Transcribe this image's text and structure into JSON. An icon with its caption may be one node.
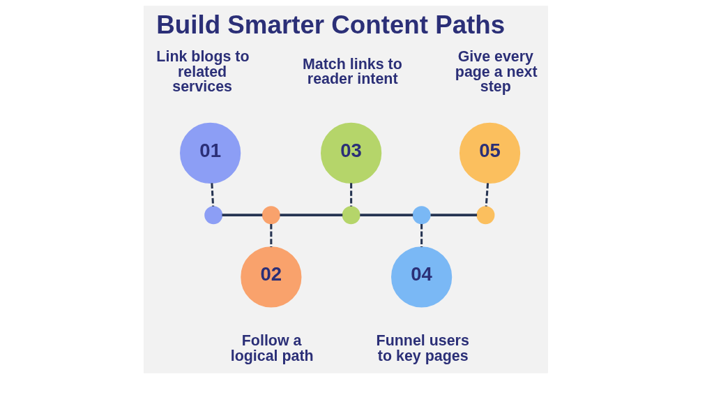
{
  "diagram": {
    "title": "Build Smarter Content Paths",
    "nodes": [
      {
        "text": [
          "01"
        ],
        "beside": [
          "Link blogs to related services"
        ]
      },
      {
        "text": [],
        "shape": "circle"
      },
      {
        "text": [
          "02"
        ],
        "beside": [
          "Follow a logical path"
        ]
      },
      {
        "text": [],
        "shape": "circle"
      },
      {
        "text": [
          "03"
        ],
        "beside": [
          "Match links to reader intent"
        ]
      },
      {
        "text": [],
        "shape": "circle"
      },
      {
        "text": [
          "04"
        ],
        "beside": [
          "Funnel users to key pages"
        ]
      },
      {
        "text": [],
        "shape": "circle"
      },
      {
        "text": [
          "05"
        ],
        "beside": [
          "Give every page a next step"
        ]
      },
      {
        "text": [],
        "shape": "circle"
      }
    ],
    "edges": [
      {
        "from": 0,
        "to": 1,
        "arrow": "none",
        "style": "dashed"
      },
      {
        "from": 3,
        "to": 2,
        "arrow": "none",
        "style": "dashed"
      },
      {
        "from": 4,
        "to": 5,
        "arrow": "none",
        "style": "dashed"
      },
      {
        "from": 7,
        "to": 6,
        "arrow": "none",
        "style": "dashed"
      },
      {
        "from": 8,
        "to": 9,
        "arrow": "none",
        "style": "dashed"
      },
      {
        "from": 1,
        "to": 3,
        "arrow": "none"
      },
      {
        "from": 3,
        "to": 5,
        "arrow": "none"
      },
      {
        "from": 5,
        "to": 7,
        "arrow": "none"
      },
      {
        "from": 7,
        "to": 9,
        "arrow": "none"
      }
    ]
  }
}
